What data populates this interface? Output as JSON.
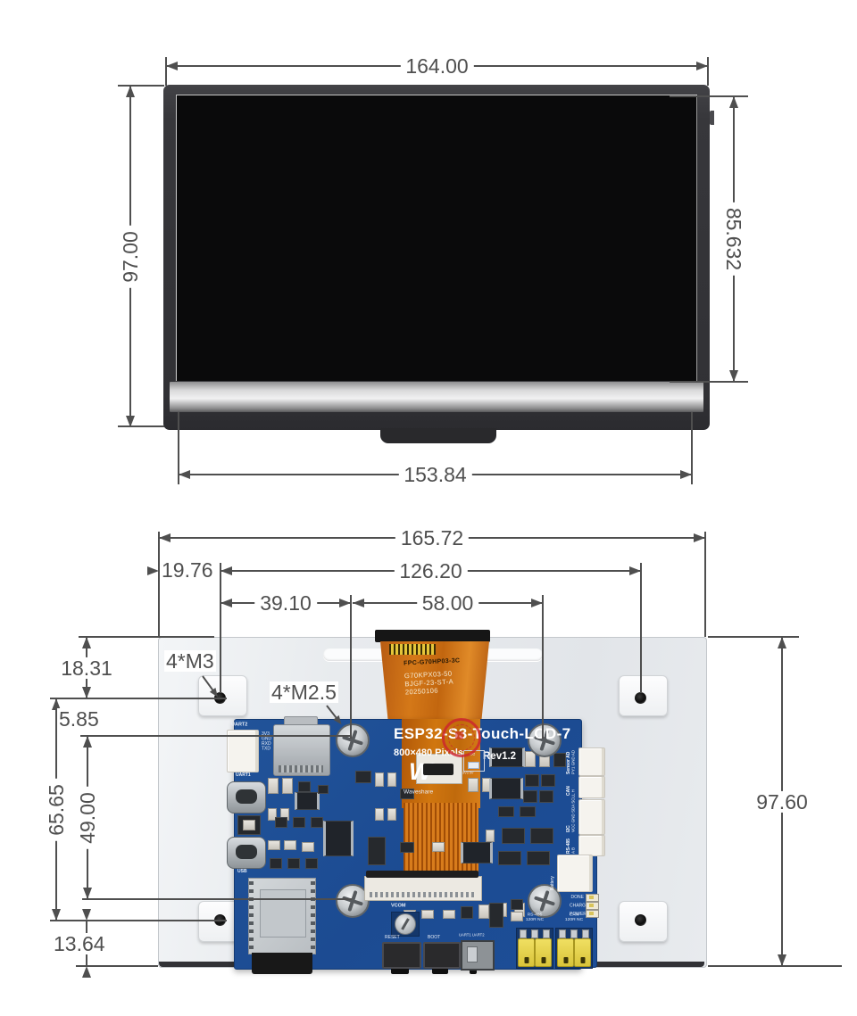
{
  "front_view": {
    "dim_total_width": "164.00",
    "dim_total_height": "97.00",
    "dim_active_area_height": "85.632",
    "dim_bottom_width": "153.84"
  },
  "back_view": {
    "dim_total_width": "165.72",
    "dim_hole_left_offset": "19.76",
    "dim_hole_span_width": "126.20",
    "dim_screw_left_offset": "39.10",
    "dim_screw_span_width": "58.00",
    "dim_hole_top_offset": "18.31",
    "dim_hole_to_screw": "5.85",
    "dim_hole_span_height": "65.65",
    "dim_screw_span_height": "49.00",
    "dim_hole_bottom_offset": "13.64",
    "dim_total_height": "97.60",
    "label_mount_holes": "4*M3",
    "label_screw_holes": "4*M2.5"
  },
  "pcb": {
    "title": "ESP32-S3-Touch-LCD-7",
    "resolution": "800×480 Pixels",
    "revision": "Rev1.2",
    "brand": "Waveshare",
    "brand_initial": "W",
    "uart2_label": "UART2",
    "uart2_pins": [
      "3V3",
      "GND",
      "RXD",
      "TXD"
    ],
    "uart1_label": "UART1",
    "usb_label": "USB",
    "i2c_switch_label": "I2C",
    "i2c_switch_pins": "3V3 5V",
    "vcom_label": "VCOM",
    "reset_label": "RESET",
    "boot_label": "BOOT",
    "switch_label": "UART1 UART2",
    "battery_label": "Battery",
    "led_labels": [
      "DONE",
      "CHARGE",
      "POWER"
    ],
    "rs485_jumper_label_1": "RS-485",
    "rs485_jumper_label_2": "120R NC",
    "can_jumper_label_1": "CAN",
    "can_jumper_label_2": "120R NC",
    "side_connectors": [
      {
        "name": "Sensor AD",
        "pins": "PY1 GND AD"
      },
      {
        "name": "CAN",
        "pins": "L H"
      },
      {
        "name": "I2C",
        "pins": "VCC GND SDA SCL"
      },
      {
        "name": "RS-485",
        "pins": "A B"
      }
    ]
  },
  "fpc": {
    "line1": "FPC-G70HP03-3C",
    "line2": "G70KPX03-50",
    "line3": "BJGF-23-ST-A",
    "line4": "20250106"
  },
  "colors": {
    "dimension": "#4f4f4f",
    "pcb_blue": "#1d4e97",
    "fpc_orange": "#c96f16",
    "bezel_dark": "#39393c",
    "panel_gray": "#e9ecef",
    "jumper_yellow": "#e6d44f"
  }
}
